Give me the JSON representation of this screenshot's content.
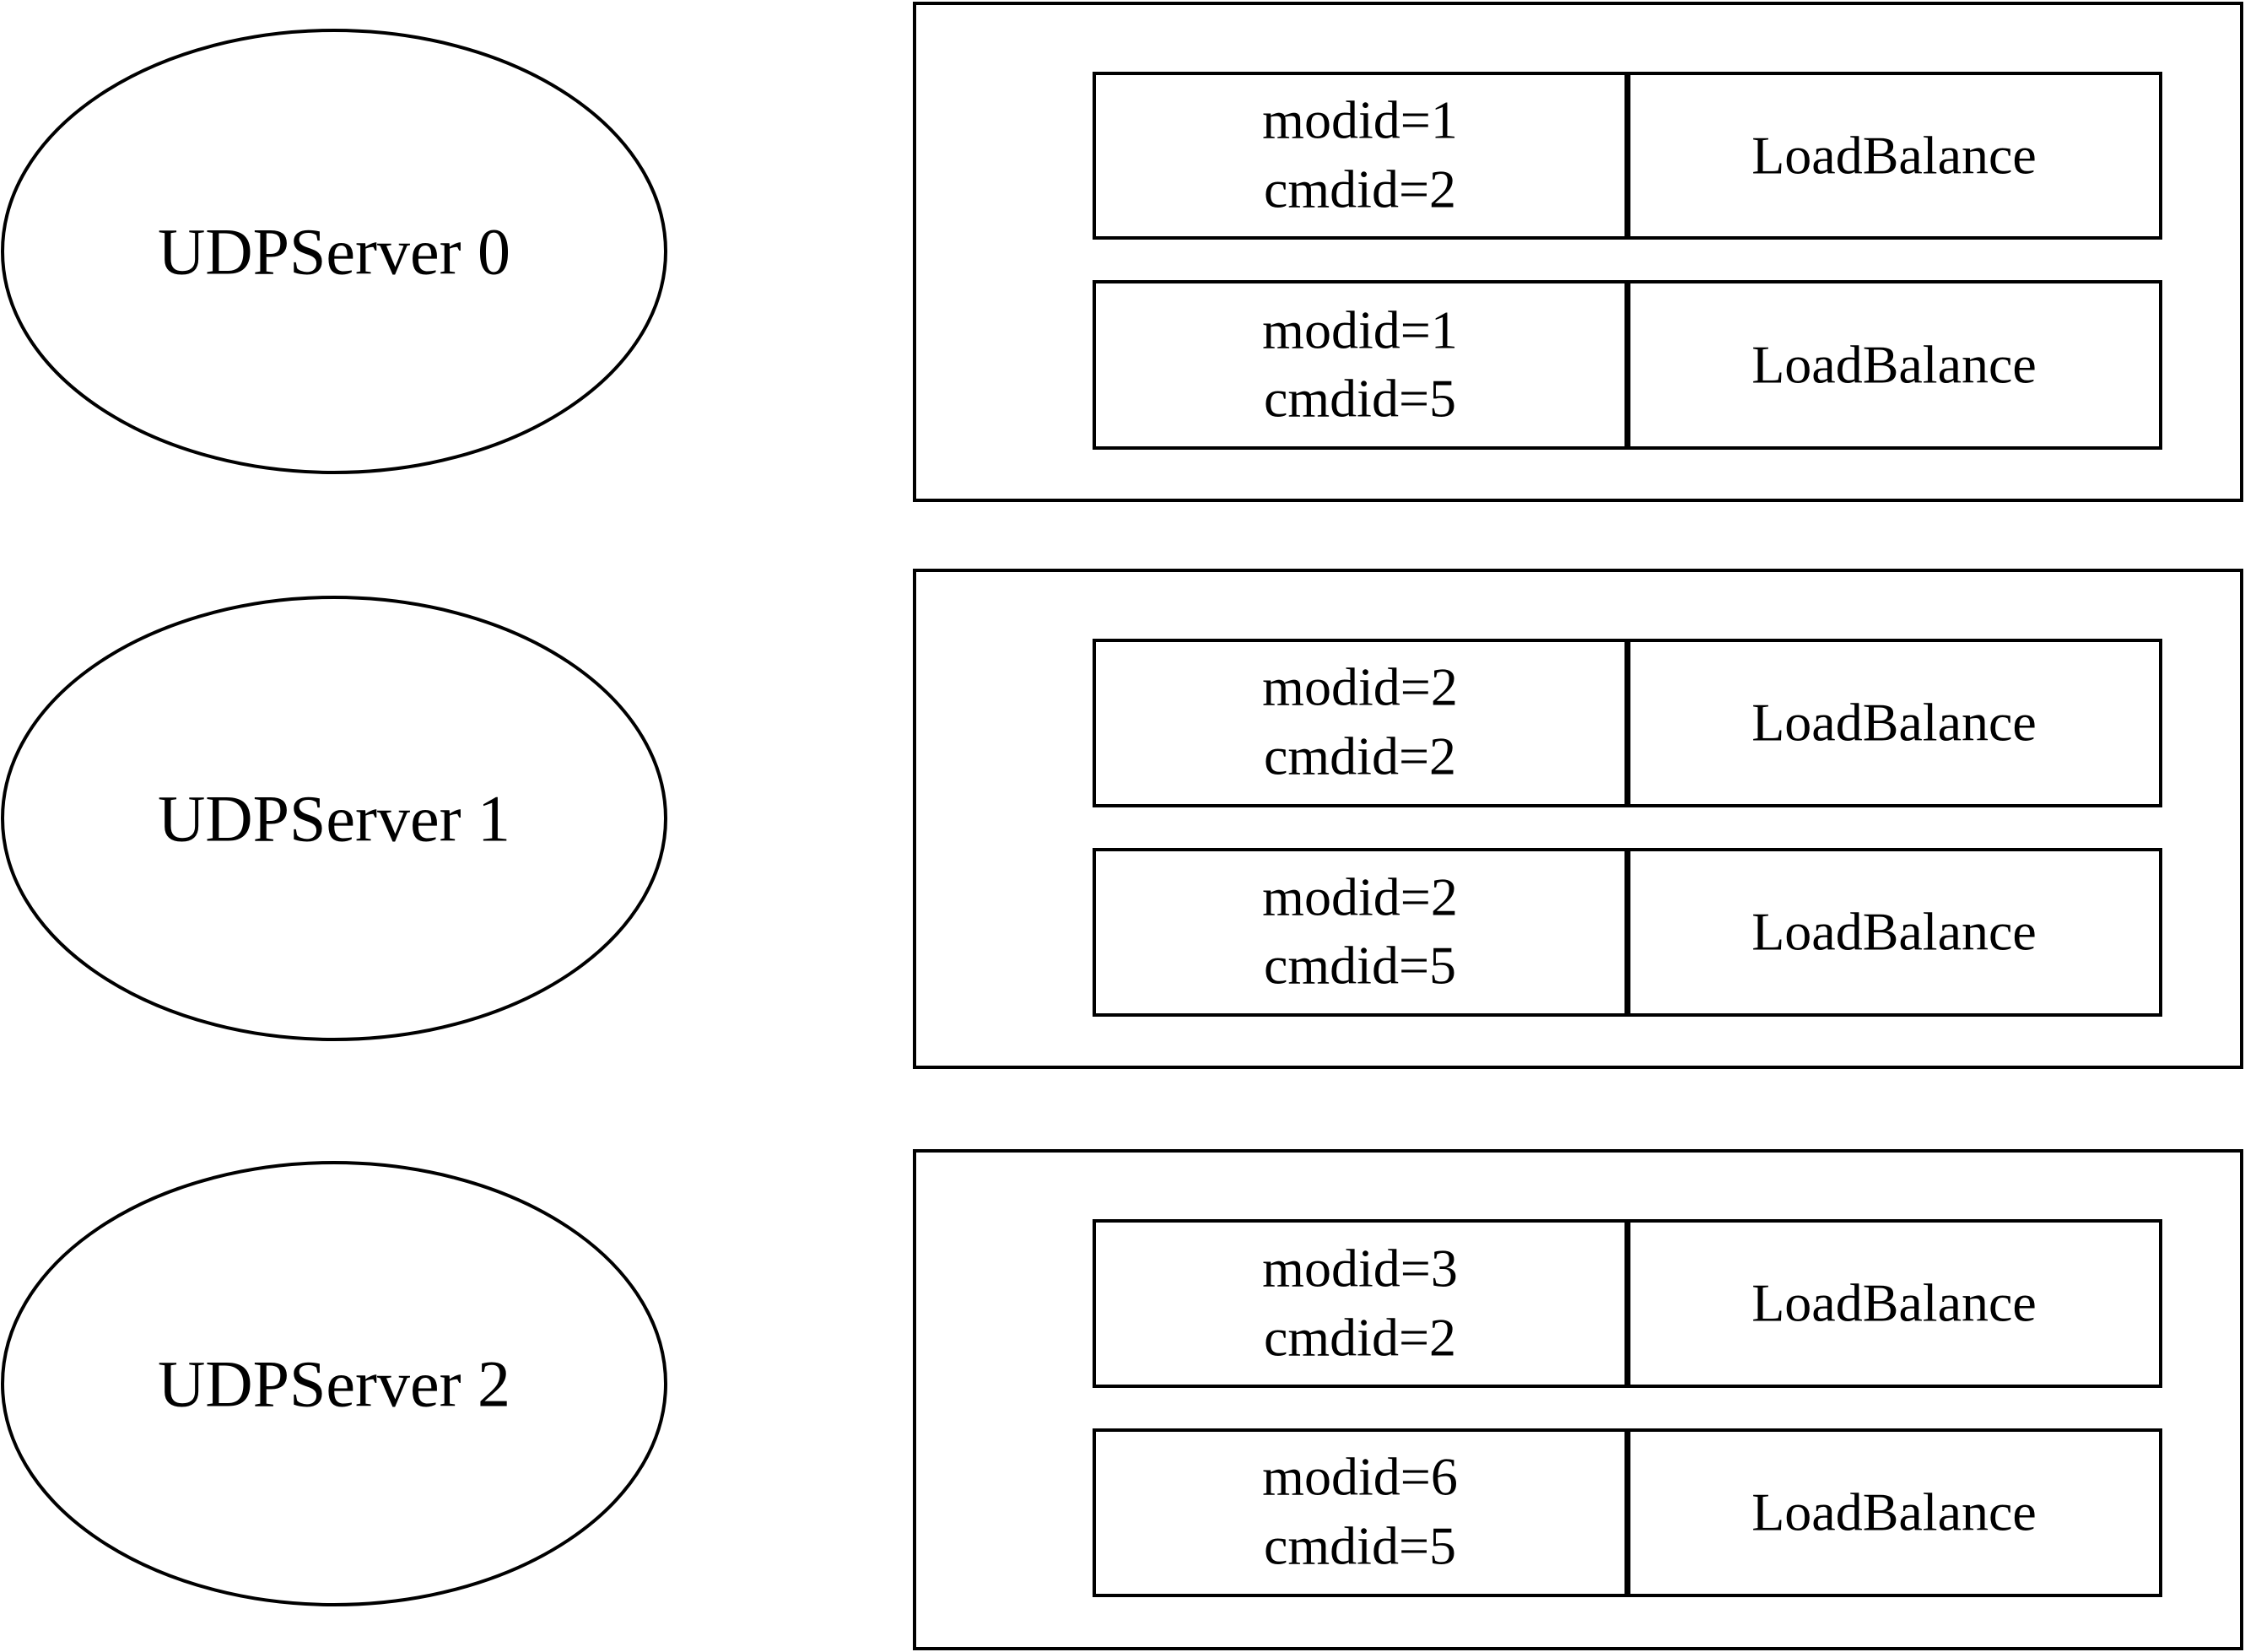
{
  "servers": [
    {
      "label": "UDPServer 0",
      "entries": [
        {
          "modid": "modid=1",
          "cmdid": "cmdid=2",
          "handler": "LoadBalance"
        },
        {
          "modid": "modid=1",
          "cmdid": "cmdid=5",
          "handler": "LoadBalance"
        }
      ]
    },
    {
      "label": "UDPServer 1",
      "entries": [
        {
          "modid": "modid=2",
          "cmdid": "cmdid=2",
          "handler": "LoadBalance"
        },
        {
          "modid": "modid=2",
          "cmdid": "cmdid=5",
          "handler": "LoadBalance"
        }
      ]
    },
    {
      "label": "UDPServer 2",
      "entries": [
        {
          "modid": "modid=3",
          "cmdid": "cmdid=2",
          "handler": "LoadBalance"
        },
        {
          "modid": "modid=6",
          "cmdid": "cmdid=5",
          "handler": "LoadBalance"
        }
      ]
    }
  ]
}
